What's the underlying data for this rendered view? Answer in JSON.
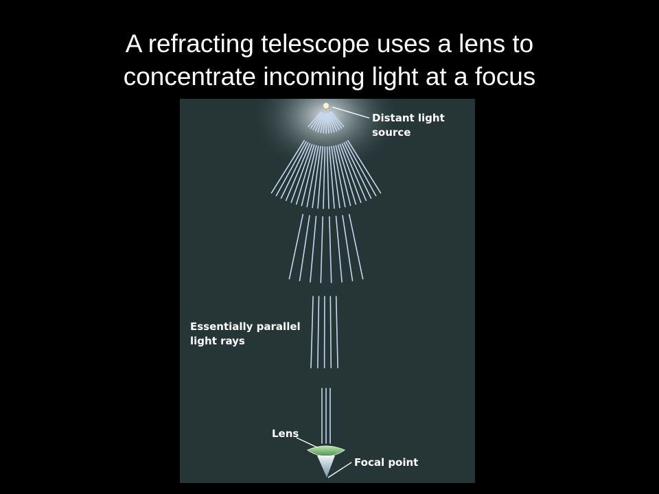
{
  "title": {
    "line1": "A refracting telescope uses a lens to",
    "line2": "concentrate incoming light at a focus"
  },
  "labels": {
    "source_line1": "Distant light",
    "source_line2": "source",
    "parallel_line1": "Essentially parallel",
    "parallel_line2": "light rays",
    "lens": "Lens",
    "focal_point": "Focal point"
  },
  "colors": {
    "background": "#000000",
    "panel": "#263637",
    "ray": "#c7d7f0",
    "lens": "#8fcf8a"
  }
}
